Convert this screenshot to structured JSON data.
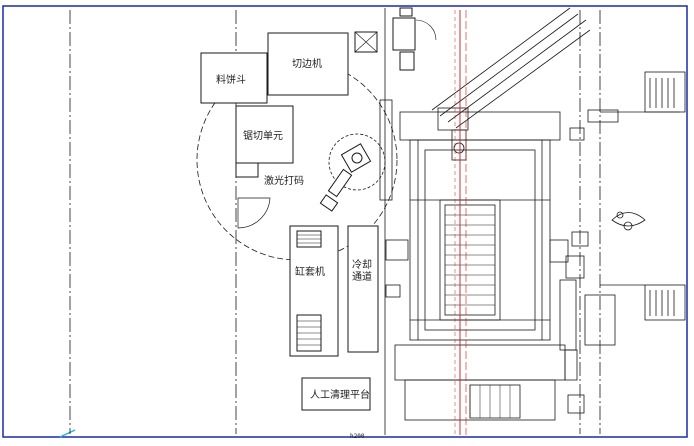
{
  "labels": {
    "material_hopper": "料饼斗",
    "trim_machine": "切边机",
    "saw_unit": "锯切单元",
    "marking": "激光打码",
    "sleeve_machine": "缸套机",
    "cooling_channel": "冷却通道",
    "cleaning_platform": "人工清理平台",
    "bottom_code": "h200"
  },
  "colors": {
    "line": "#1a1a1a",
    "frame": "#1a2aa8",
    "centerline": "#d01818",
    "cyan_marker": "#19b6e6"
  }
}
